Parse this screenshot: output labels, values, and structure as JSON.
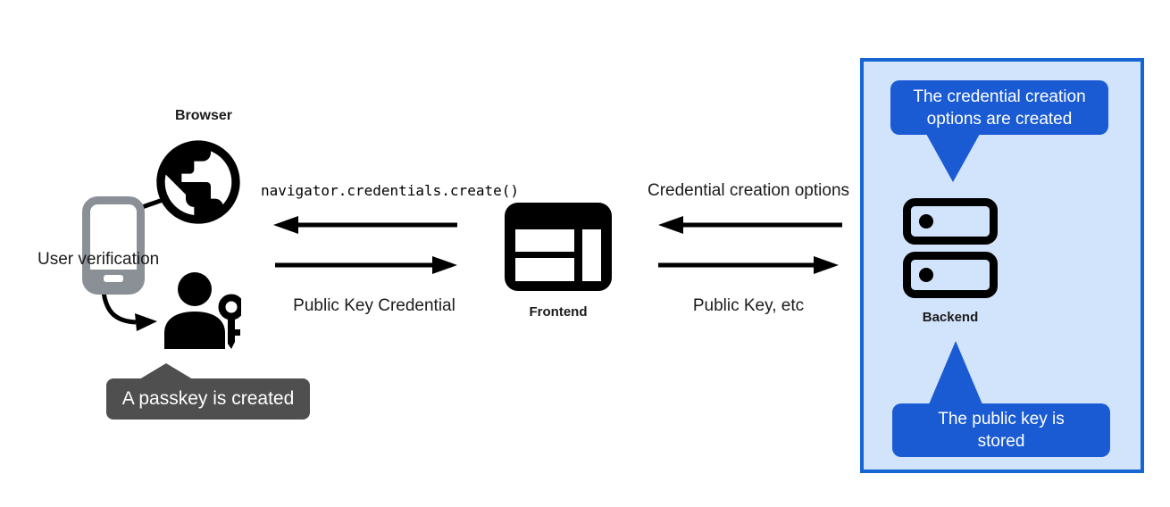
{
  "nodes": {
    "browser": {
      "label": "Browser"
    },
    "user_verification": {
      "label": "User verification"
    },
    "frontend": {
      "label": "Frontend"
    },
    "backend": {
      "label": "Backend"
    }
  },
  "flows": {
    "create_call": "navigator.credentials.create()",
    "public_key_credential": "Public Key Credential",
    "credential_creation_options": "Credential creation options",
    "public_key_etc": "Public Key, etc"
  },
  "callouts": {
    "passkey_created": {
      "text": "A passkey is created"
    },
    "options_created": {
      "lines": [
        "The credential creation",
        "options are created"
      ]
    },
    "key_stored": {
      "lines": [
        "The public key is",
        "stored"
      ]
    }
  },
  "icons": {
    "globe": "browser-globe-icon",
    "phone": "phone-authenticator-icon",
    "person_key": "user-with-key-icon",
    "frontend_window": "frontend-window-icon",
    "backend_servers": "backend-server-icon"
  },
  "colors": {
    "icon_black": "#000000",
    "phone_gray": "#8a9096",
    "tooltip_gray": "#4f4f4f",
    "panel_bg": "#d2e3fc",
    "panel_border": "#1565d2",
    "callout_blue": "#1a5bd4"
  }
}
